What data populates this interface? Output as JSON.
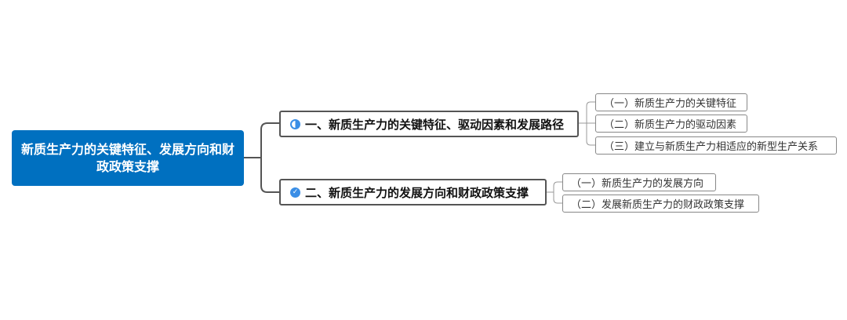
{
  "root": {
    "title": "新质生产力的关键特征、发展方向和财政政策支撑"
  },
  "branches": [
    {
      "icon": "half-progress-icon",
      "label": "一、新质生产力的关键特征、驱动因素和发展路径",
      "children": [
        "（一）新质生产力的关键特征",
        "（二）新质生产力的驱动因素",
        "（三）建立与新质生产力相适应的新型生产关系"
      ]
    },
    {
      "icon": "done-check-icon",
      "label": "二、新质生产力的发展方向和财政政策支撑",
      "children": [
        "（一）新质生产力的发展方向",
        "（二）发展新质生产力的财政政策支撑"
      ]
    }
  ],
  "colors": {
    "root": "#0070c0",
    "icon": "#3a8ee6"
  }
}
